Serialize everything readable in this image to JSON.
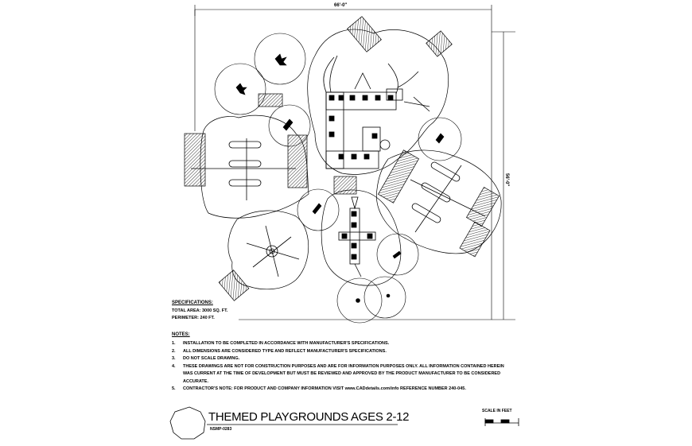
{
  "title": "THEMED PLAYGROUNDS AGES 2-12",
  "reference_code": "NSMP-0283",
  "dimension_top": "66'-0\"",
  "dimension_right": "56'-0\"",
  "summary": {
    "heading": "SPECIFICATIONS:",
    "total_area": "TOTAL AREA: 3000 SQ. FT.",
    "perimeter": "PERIMETER: 240 FT."
  },
  "notes_heading": "NOTES:",
  "notes": [
    {
      "num": "1.",
      "text": "INSTALLATION TO BE COMPLETED IN ACCORDANCE WITH MANUFACTURER'S SPECIFICATIONS."
    },
    {
      "num": "2.",
      "text": "ALL DIMENSIONS ARE CONSIDERED TYPE AND REFLECT MANUFACTURER'S SPECIFICATIONS."
    },
    {
      "num": "3.",
      "text": "DO NOT SCALE DRAWING."
    },
    {
      "num": "4.",
      "text": "THESE DRAWINGS ARE NOT FOR CONSTRUCTION PURPOSES AND ARE FOR INFORMATION PURPOSES ONLY. ALL INFORMATION CONTAINED HEREIN WAS CURRENT AT THE TIME OF DEVELOPMENT BUT MUST BE REVIEWED AND APPROVED BY THE PRODUCT MANUFACTURER TO BE CONSIDERED ACCURATE."
    },
    {
      "num": "5.",
      "text": "CONTRACTOR'S NOTE: FOR PRODUCT AND COMPANY INFORMATION VISIT www.CADdetails.com/info REFERENCE NUMBER 240-045."
    }
  ],
  "scale_label": "SCALE IN FEET",
  "colors": {
    "line": "#000000",
    "background": "#ffffff"
  }
}
